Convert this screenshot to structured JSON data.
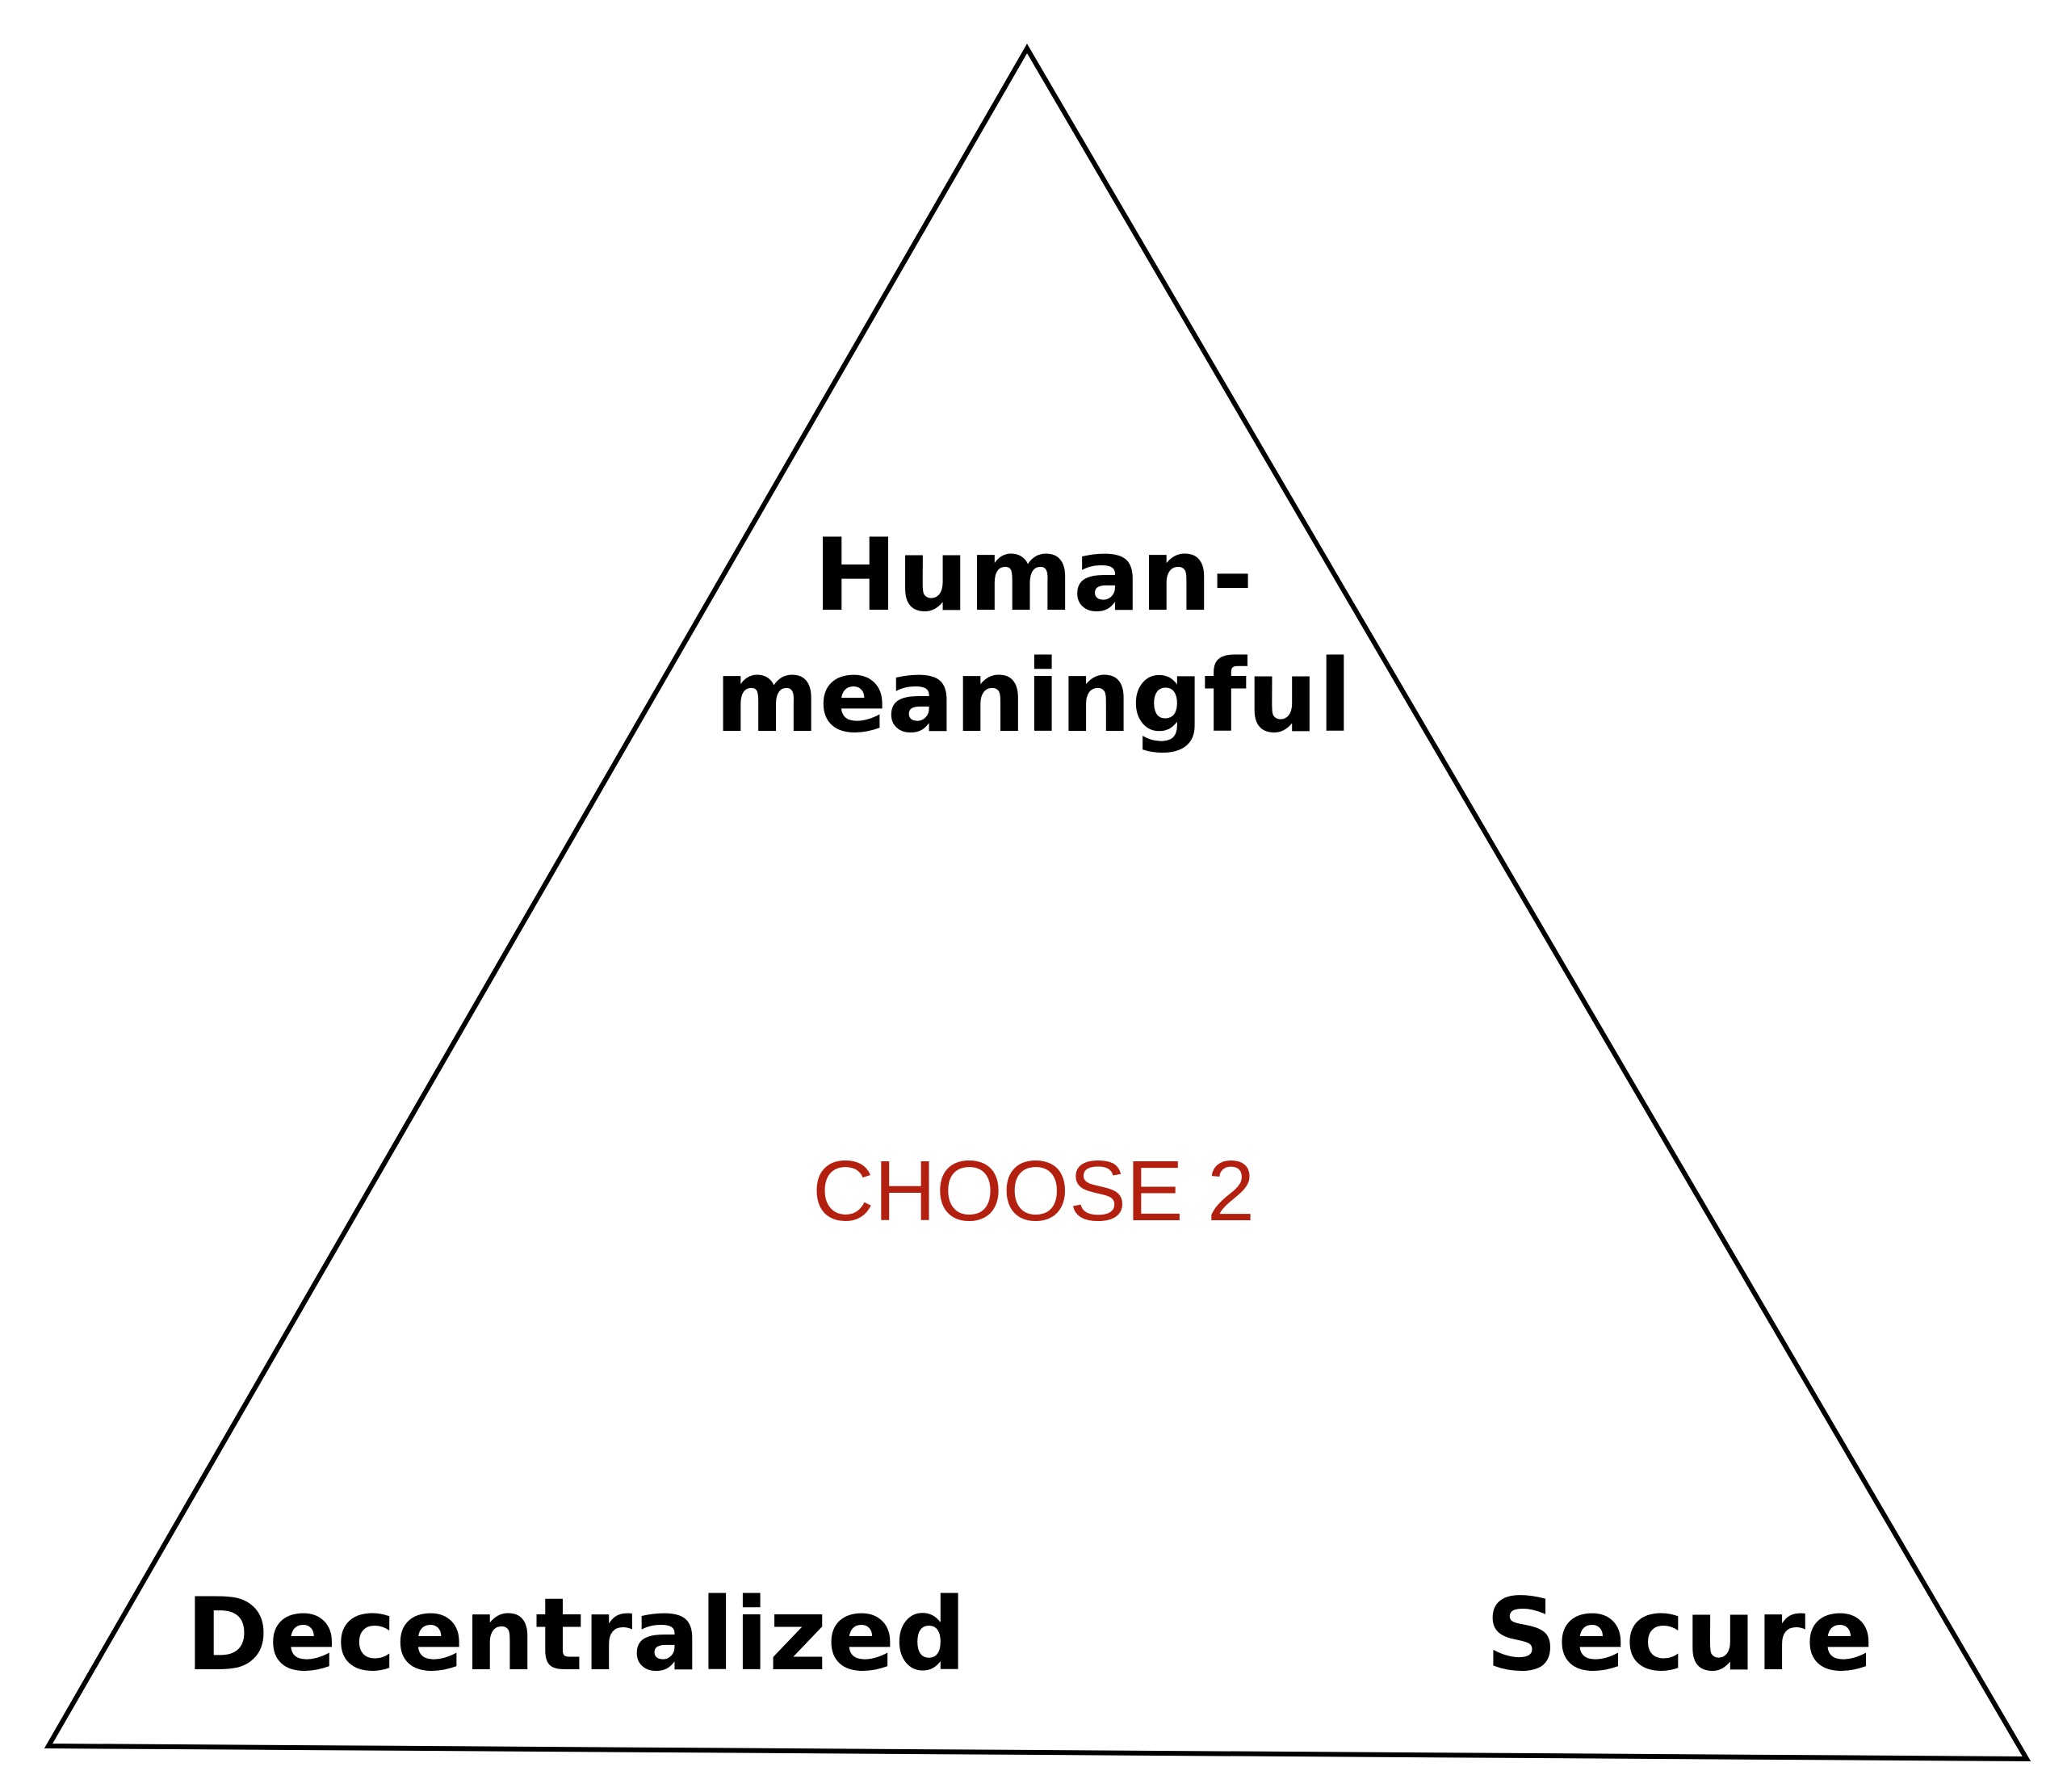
{
  "diagram": {
    "top_label_line1": "Human-",
    "top_label_line2": "meaningful",
    "left_label": "Decentralized",
    "right_label": "Secure",
    "center_label": "CHOOSE 2"
  },
  "colors": {
    "stroke": "#000000",
    "label": "#000000",
    "accent": "#b3200f"
  }
}
